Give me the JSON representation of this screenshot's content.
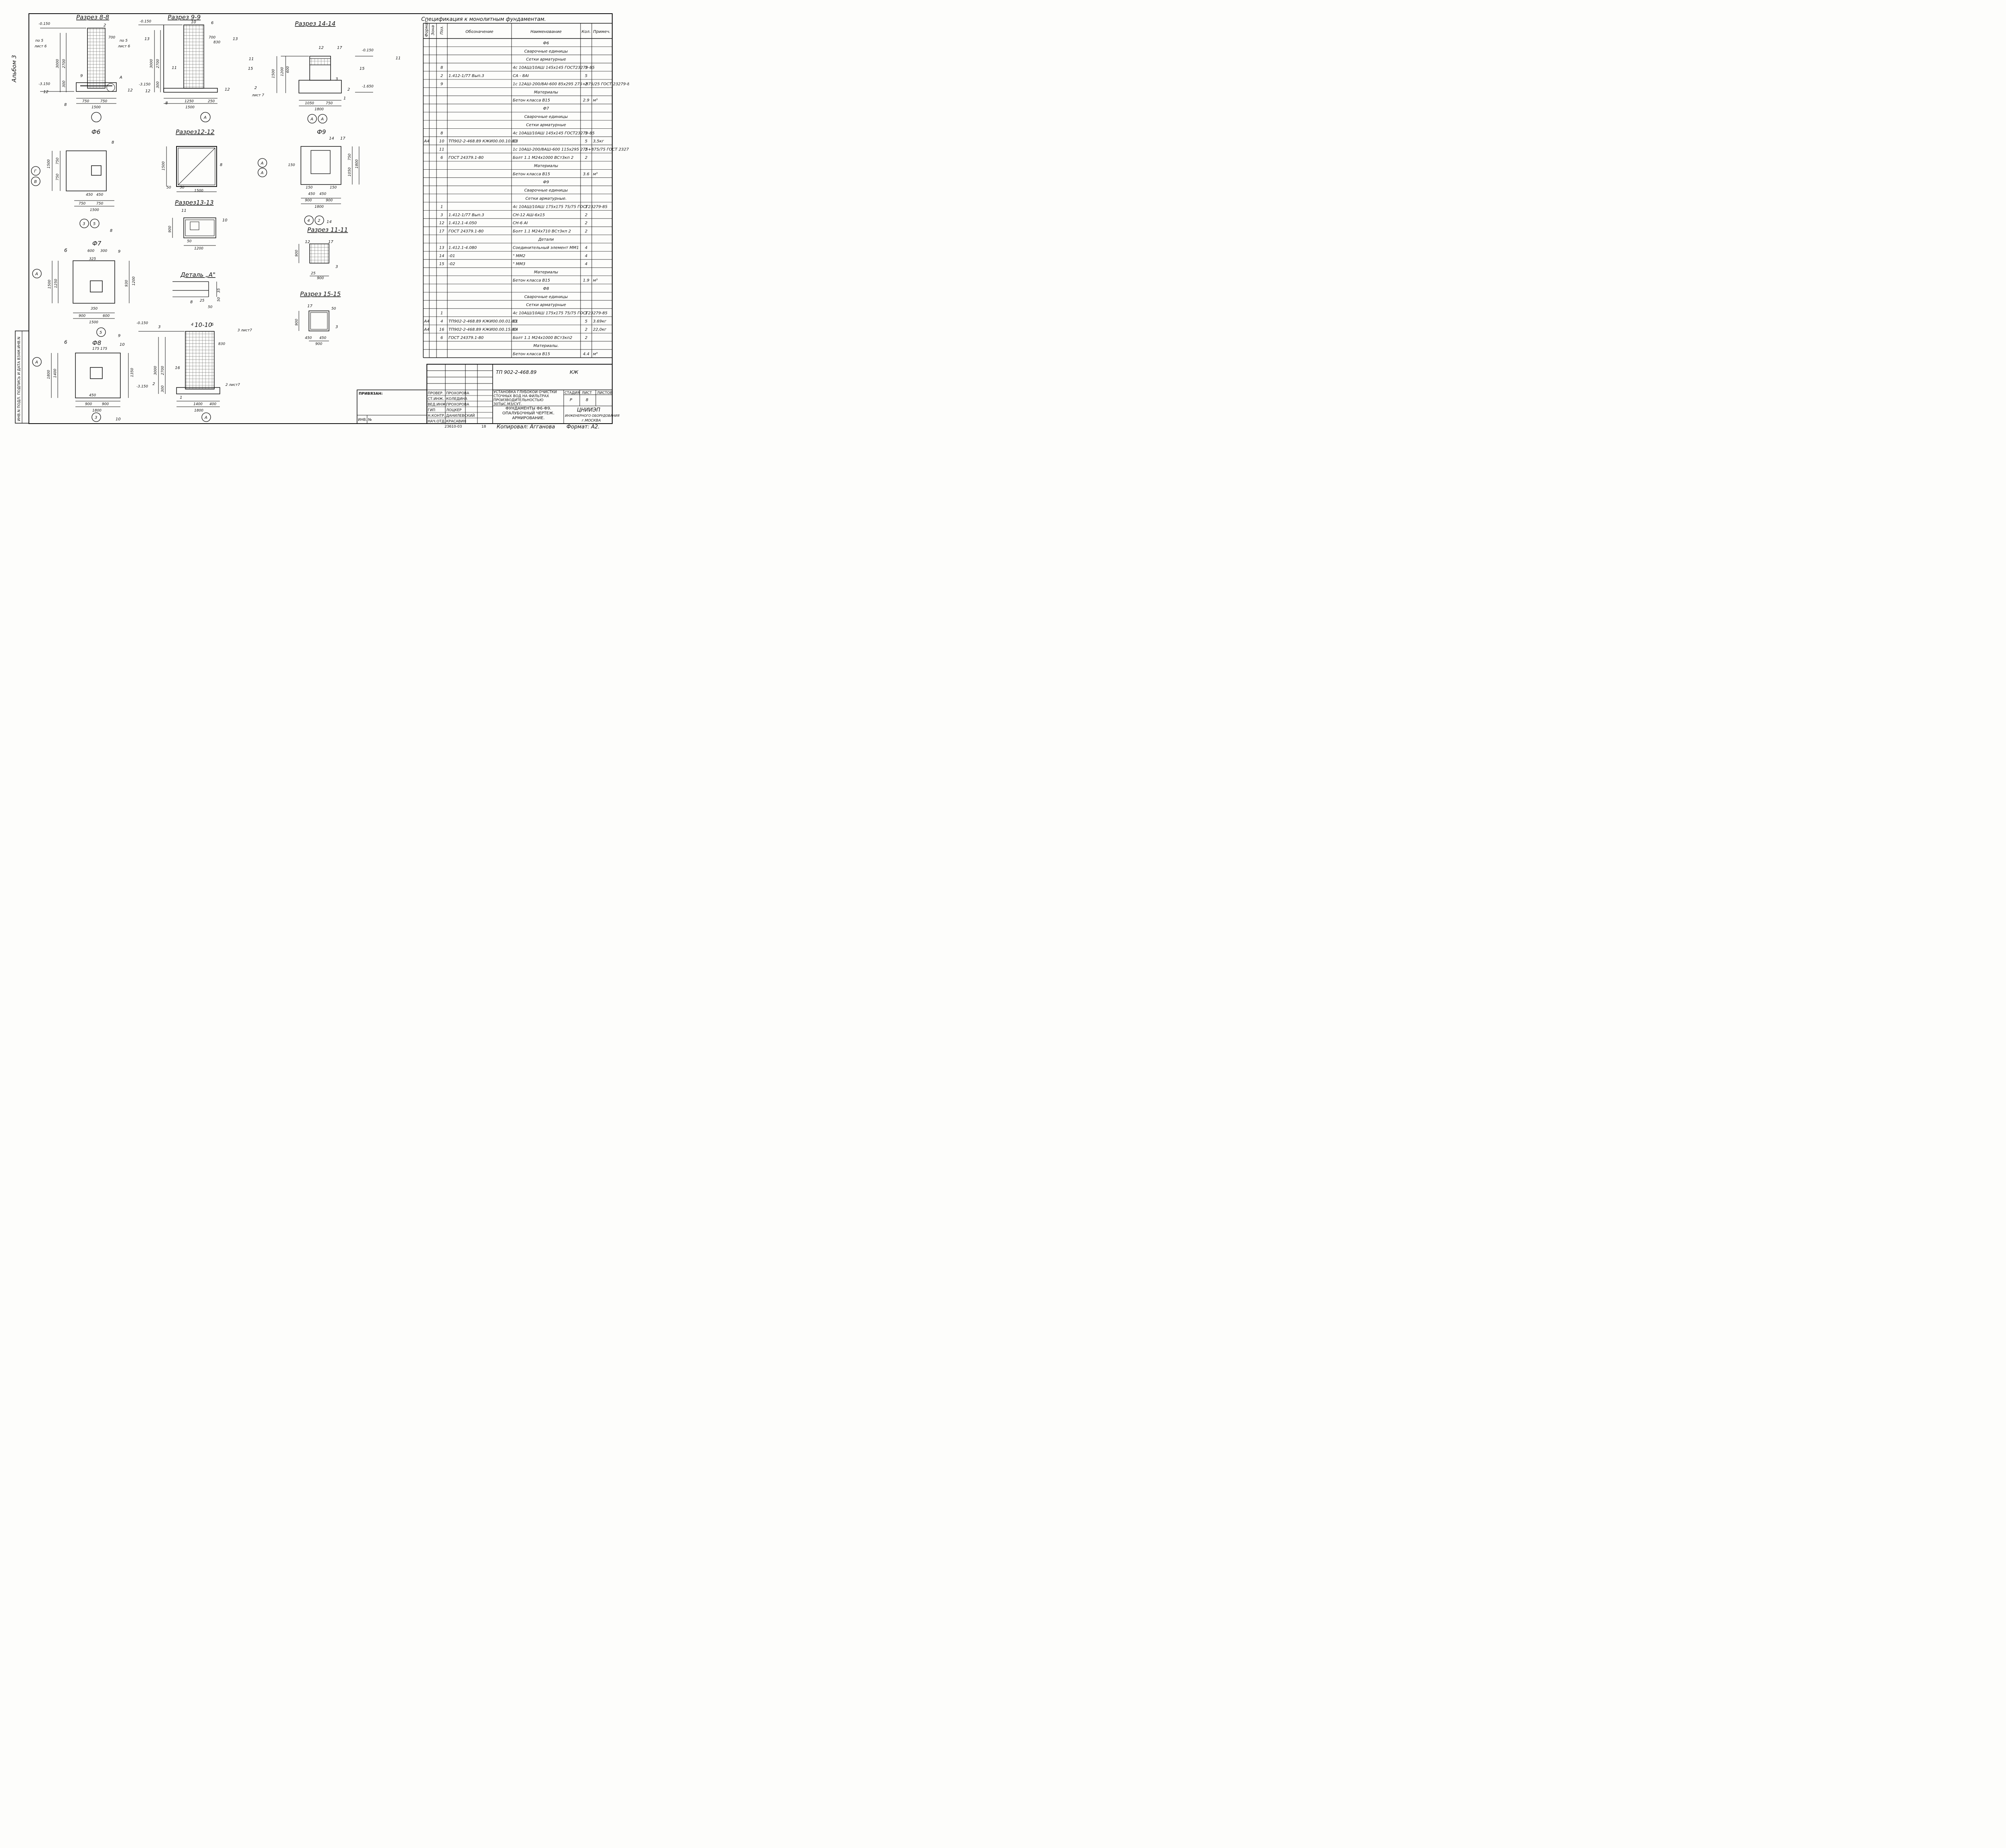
{
  "album_label": "Альбом 3",
  "sections": {
    "s8": "Разрез 8-8",
    "s9": "Разрез 9-9",
    "s14": "Разрез 14-14",
    "f6": "Ф6",
    "s12": "Разрез12-12",
    "f9": "Ф9",
    "s13": "Разрез13-13",
    "s11": "Разрез 11-11",
    "f7": "Ф7",
    "detA": "Деталь „А\"",
    "s15": "Разрез 15-15",
    "f8": "Ф8",
    "s10": "10-10"
  },
  "dims": {
    "d_m0150": "-0.150",
    "d_m3150": "-3.150",
    "d_m1650": "-1.650",
    "d3000": "3000",
    "d2700": "2700",
    "d300": "300",
    "d200": "200",
    "d750": "750",
    "d1500": "1500",
    "d1250": "1250",
    "d250": "250",
    "d1050": "1050",
    "d1800": "1800",
    "d1200": "1200",
    "d900": "900",
    "d1400": "1400",
    "d400": "400",
    "d600": "600",
    "d450": "450",
    "d150": "150",
    "d50": "50",
    "d25": "25",
    "d35": "35",
    "d700": "700",
    "d830": "830",
    "d110": "110",
    "d325": "325",
    "d350": "350",
    "d500": "500",
    "d930": "930",
    "d1350": "1350",
    "d175": "175"
  },
  "marks": {
    "m2": "2",
    "m3": "3",
    "m4": "4",
    "m6": "6",
    "m8": "8",
    "m9": "9",
    "m10": "10",
    "m11": "11",
    "m12": "12",
    "m13": "13",
    "m14": "14",
    "m15": "15",
    "m16": "16",
    "m17": "17",
    "m1": "1",
    "mA": "А",
    "mG": "Г",
    "mV": "В",
    "m5": "5",
    "mX": "А"
  },
  "refs": {
    "pa5": "по 5",
    "list6": "лист 6",
    "list7": "лист 7",
    "l3list7": "3 лист7",
    "l2list7": "2 лист7"
  },
  "spec": {
    "title": "Спецификация к монолитным фундаментам.",
    "headers": [
      "Формат",
      "Зона",
      "Поз.",
      "Обозначение",
      "Наименование",
      "Кол.",
      "Примеч."
    ],
    "rows": [
      [
        "",
        "",
        "",
        "",
        "Ф6",
        "",
        ""
      ],
      [
        "",
        "",
        "",
        "",
        "Сварочные единицы",
        "",
        ""
      ],
      [
        "",
        "",
        "",
        "",
        "Сетки арматурные",
        "",
        ""
      ],
      [
        "",
        "",
        "8",
        "",
        "4с 10АШ/10АШ 145х145 ГОСТ23279-85",
        "1",
        ""
      ],
      [
        "",
        "",
        "2",
        "1.412-1/77  Вып.3",
        "СА - 8АI",
        "5",
        ""
      ],
      [
        "",
        "",
        "9",
        "",
        "1с 12АШ-200/8АI-600 85х295 275+875/25 ГОСТ 23279-85",
        "2",
        ""
      ],
      [
        "",
        "",
        "",
        "",
        "Материалы",
        "",
        ""
      ],
      [
        "",
        "",
        "",
        "",
        "Бетон класса В15",
        "2.9",
        "м³"
      ],
      [
        "",
        "",
        "",
        "",
        "Ф7",
        "",
        ""
      ],
      [
        "",
        "",
        "",
        "",
        "Сварочные единицы",
        "",
        ""
      ],
      [
        "",
        "",
        "",
        "",
        "Сетки арматурные",
        "",
        ""
      ],
      [
        "",
        "",
        "8",
        "",
        "4с 10АШ/10АШ 145х145 ГОСТ23279-85",
        "1",
        ""
      ],
      [
        "А4",
        "",
        "10",
        "ТП902-2-468.89 КЖИ00.00.10.00",
        "С3",
        "5",
        "3,5кг"
      ],
      [
        "",
        "",
        "11",
        "",
        "1с 10АШ-200/8АШ-600 115х295 275+875/75 ГОСТ 23279-85",
        "2",
        ""
      ],
      [
        "",
        "",
        "6",
        "ГОСТ 24379.1-80",
        "Болт 1.1 М24х1000 ВСт3кп 2",
        "2",
        ""
      ],
      [
        "",
        "",
        "",
        "",
        "Материалы",
        "",
        ""
      ],
      [
        "",
        "",
        "",
        "",
        "Бетон класса В15",
        "3.6",
        "м³"
      ],
      [
        "",
        "",
        "",
        "",
        "Ф9",
        "",
        ""
      ],
      [
        "",
        "",
        "",
        "",
        "Сварочные единицы",
        "",
        ""
      ],
      [
        "",
        "",
        "",
        "",
        "Сетки арматурные.",
        "",
        ""
      ],
      [
        "",
        "",
        "1",
        "",
        "4с 10АШ/10АШ 175х175 75/75 ГОСТ23279-85",
        "1",
        ""
      ],
      [
        "",
        "",
        "3",
        "1.412-1/77  Вып.3",
        "СН-12 АШ-6х15",
        "2",
        ""
      ],
      [
        "",
        "",
        "12",
        "1.412.1-4.050",
        "СН-6 АI",
        "2",
        ""
      ],
      [
        "",
        "",
        "17",
        "ГОСТ 24379.1-80",
        "Болт 1.1 М24х710 ВСт3кп 2",
        "2",
        ""
      ],
      [
        "",
        "",
        "",
        "",
        "Детали",
        "",
        ""
      ],
      [
        "",
        "",
        "13",
        "1.412.1-4.080",
        "Соединительный элемент ММ1",
        "4",
        ""
      ],
      [
        "",
        "",
        "14",
        "-01",
        "\" ММ2",
        "4",
        ""
      ],
      [
        "",
        "",
        "15",
        "-02",
        "\" ММ3",
        "4",
        ""
      ],
      [
        "",
        "",
        "",
        "",
        "Материалы",
        "",
        ""
      ],
      [
        "",
        "",
        "",
        "",
        "Бетон класса В15",
        "1.9",
        "м³"
      ],
      [
        "",
        "",
        "",
        "",
        "Ф8",
        "",
        ""
      ],
      [
        "",
        "",
        "",
        "",
        "Сварочные единицы",
        "",
        ""
      ],
      [
        "",
        "",
        "",
        "",
        "Сетки арматурные",
        "",
        ""
      ],
      [
        "",
        "",
        "1",
        "",
        "4с 10АШ/10АШ 175х175 75/75 ГОСТ23279-85",
        "1",
        ""
      ],
      [
        "А4",
        "",
        "4",
        "ТП902-2-468.89 КЖИ00.00.01.00",
        "С1",
        "5",
        "3.69кг"
      ],
      [
        "А4",
        "",
        "16",
        "ТП902-2-468.89 КЖИ00.00.15.00",
        "С4",
        "2",
        "22,0кг"
      ],
      [
        "",
        "",
        "6",
        "ГОСТ 24379.1-80",
        "Болт 1.1 М24х1000 ВСт3кп2",
        "2",
        ""
      ],
      [
        "",
        "",
        "",
        "",
        "Материалы.",
        "",
        ""
      ],
      [
        "",
        "",
        "",
        "",
        "Бетон класса В15",
        "4.4",
        "м³"
      ]
    ]
  },
  "title_block": {
    "code": "ТП 902-2-468.89",
    "mark": "КЖ",
    "bound": "ПРИВЯЗАН:",
    "inv": "ИНВ. №",
    "people": [
      [
        "ПРОВЕР.",
        "ПРОХОРОВА"
      ],
      [
        "СТ.ИНЖ.",
        "КОЛЕДИНА"
      ],
      [
        "ВЕД.ИНЖ.",
        "ПРОХОРОВА"
      ],
      [
        "ГИП",
        "ЛОЦКЕР"
      ],
      [
        "Н.КОНТР.",
        "ДАНИЛЕВСКИЙ"
      ],
      [
        "НАЧ.ОТД.",
        "КРАСАВИН"
      ]
    ],
    "project": "УСТАНОВКА ГЛУБОКОЙ ОЧИСТКИ СТОЧНЫХ ВОД НА ФИЛЬТРАХ ПРОИЗВОДИТЕЛЬНОСТЬЮ 30ТЫС.М3/СУТ.",
    "sheet_title": "ФУНДАМЕНТЫ Ф6-Ф9. ОПАЛУБОЧНЫЙ ЧЕРТЕЖ. АРМИРОВАНИЕ.",
    "stage_h": "СТАДИЯ",
    "sheet_h": "ЛИСТ",
    "sheets_h": "ЛИСТОВ",
    "stage": "Р",
    "sheet": "8",
    "sheets": "",
    "org": "ЦНИИЭП",
    "org2": "ИНЖЕНЕРНОГО ОБОРУДОВАНИЯ",
    "city": "г.МОСКВА",
    "order": "23610-03",
    "page": "18",
    "copy": "Копировал: Агганова",
    "format": "Формат: А2.",
    "side_stamp": "ИНВ.N ПОДЛ.  ПОДПИСЬ И ДАТА  ВЗАМ.ИНВ.N"
  }
}
